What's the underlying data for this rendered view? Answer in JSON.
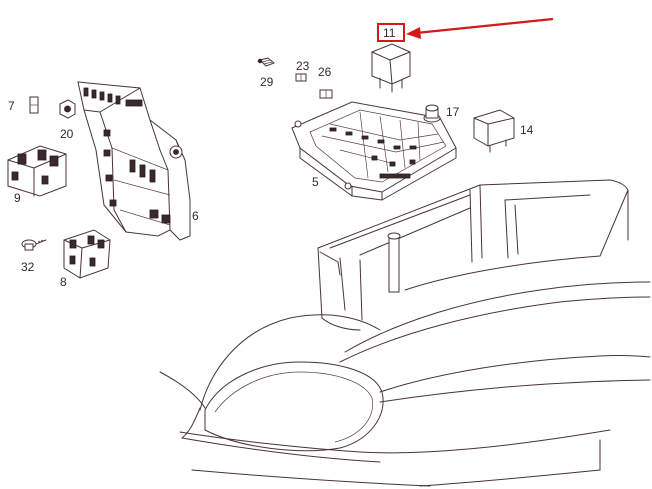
{
  "diagram": {
    "callouts": [
      {
        "id": "7",
        "label": "7"
      },
      {
        "id": "20",
        "label": "20"
      },
      {
        "id": "9",
        "label": "9"
      },
      {
        "id": "32",
        "label": "32"
      },
      {
        "id": "8",
        "label": "8"
      },
      {
        "id": "6",
        "label": "6"
      },
      {
        "id": "29",
        "label": "29"
      },
      {
        "id": "23",
        "label": "23"
      },
      {
        "id": "26",
        "label": "26"
      },
      {
        "id": "11",
        "label": "11"
      },
      {
        "id": "17",
        "label": "17"
      },
      {
        "id": "14",
        "label": "14"
      },
      {
        "id": "5",
        "label": "5"
      }
    ],
    "highlight": {
      "label": "11",
      "color": "#d11a1a"
    },
    "line_color": "#4a3336"
  }
}
